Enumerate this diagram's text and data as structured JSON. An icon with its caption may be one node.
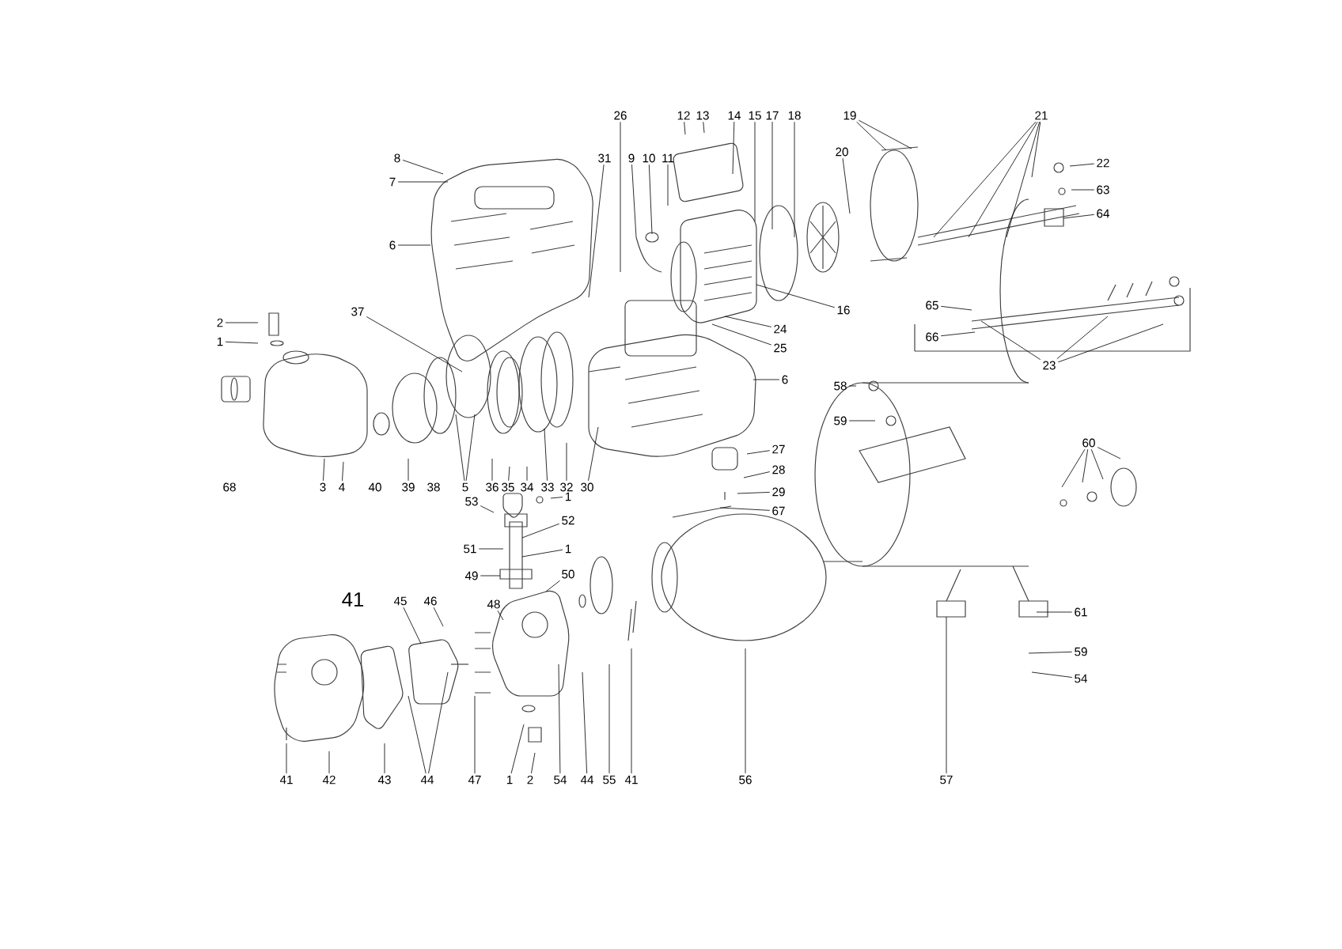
{
  "diagram": {
    "nodes": [
      {
        "text": [
          "8"
        ]
      },
      {
        "text": [
          "7"
        ]
      },
      {
        "text": [
          "6"
        ]
      },
      {
        "text": [
          "37"
        ]
      },
      {
        "text": [
          "2"
        ]
      },
      {
        "text": [
          "1"
        ]
      },
      {
        "text": [
          "31"
        ]
      },
      {
        "text": [
          "26"
        ]
      },
      {
        "text": [
          "9"
        ]
      },
      {
        "text": [
          "10"
        ]
      },
      {
        "text": [
          "11"
        ]
      },
      {
        "text": [
          "12"
        ]
      },
      {
        "text": [
          "13"
        ]
      },
      {
        "text": [
          "14"
        ]
      },
      {
        "text": [
          "15"
        ]
      },
      {
        "text": [
          "17"
        ]
      },
      {
        "text": [
          "18"
        ]
      },
      {
        "text": [
          "19"
        ]
      },
      {
        "text": [
          "20"
        ]
      },
      {
        "text": [
          "21"
        ]
      },
      {
        "text": [
          "22"
        ]
      },
      {
        "text": [
          "63"
        ]
      },
      {
        "text": [
          "64"
        ]
      },
      {
        "text": [
          "16"
        ]
      },
      {
        "text": [
          "24"
        ]
      },
      {
        "text": [
          "25"
        ]
      },
      {
        "text": [
          "65"
        ]
      },
      {
        "text": [
          "66"
        ]
      },
      {
        "text": [
          "23"
        ]
      },
      {
        "text": [
          "6"
        ]
      },
      {
        "text": [
          "68"
        ]
      },
      {
        "text": [
          "3"
        ]
      },
      {
        "text": [
          "4"
        ]
      },
      {
        "text": [
          "40"
        ]
      },
      {
        "text": [
          "39"
        ]
      },
      {
        "text": [
          "38"
        ]
      },
      {
        "text": [
          "5"
        ]
      },
      {
        "text": [
          "36"
        ]
      },
      {
        "text": [
          "35"
        ]
      },
      {
        "text": [
          "34"
        ]
      },
      {
        "text": [
          "33"
        ]
      },
      {
        "text": [
          "32"
        ]
      },
      {
        "text": [
          "30"
        ]
      },
      {
        "text": [
          "58"
        ]
      },
      {
        "text": [
          "59"
        ]
      },
      {
        "text": [
          "60"
        ]
      },
      {
        "text": [
          "27"
        ]
      },
      {
        "text": [
          "28"
        ]
      },
      {
        "text": [
          "29"
        ]
      },
      {
        "text": [
          "67"
        ]
      },
      {
        "text": [
          "53"
        ]
      },
      {
        "text": [
          "1"
        ]
      },
      {
        "text": [
          "52"
        ]
      },
      {
        "text": [
          "51"
        ]
      },
      {
        "text": [
          "1"
        ]
      },
      {
        "text": [
          "49"
        ]
      },
      {
        "text": [
          "50"
        ]
      },
      {
        "text": [
          "48"
        ]
      },
      {
        "text": [
          "41"
        ]
      },
      {
        "text": [
          "45"
        ]
      },
      {
        "text": [
          "46"
        ]
      },
      {
        "text": [
          "61"
        ]
      },
      {
        "text": [
          "59"
        ]
      },
      {
        "text": [
          "54"
        ]
      },
      {
        "text": [
          "41"
        ]
      },
      {
        "text": [
          "42"
        ]
      },
      {
        "text": [
          "43"
        ]
      },
      {
        "text": [
          "44"
        ]
      },
      {
        "text": [
          "47"
        ]
      },
      {
        "text": [
          "1"
        ]
      },
      {
        "text": [
          "2"
        ]
      },
      {
        "text": [
          "54"
        ]
      },
      {
        "text": [
          "44"
        ]
      },
      {
        "text": [
          "55"
        ]
      },
      {
        "text": [
          "41"
        ]
      },
      {
        "text": [
          "56"
        ]
      },
      {
        "text": [
          "57"
        ]
      }
    ],
    "edges": [
      {
        "from": 0,
        "to": null,
        "arrow": "none"
      },
      {
        "from": 1,
        "to": null,
        "arrow": "none"
      },
      {
        "from": 2,
        "to": null,
        "arrow": "none"
      },
      {
        "from": 3,
        "to": null,
        "arrow": "none"
      },
      {
        "from": 4,
        "to": null,
        "arrow": "none"
      },
      {
        "from": 5,
        "to": null,
        "arrow": "none"
      },
      {
        "from": 6,
        "to": null,
        "arrow": "none"
      },
      {
        "from": 7,
        "to": null,
        "arrow": "none"
      },
      {
        "from": 8,
        "to": null,
        "arrow": "none"
      },
      {
        "from": 9,
        "to": null,
        "arrow": "none"
      },
      {
        "from": 10,
        "to": null,
        "arrow": "none"
      },
      {
        "from": 11,
        "to": null,
        "arrow": "none"
      },
      {
        "from": 12,
        "to": null,
        "arrow": "none"
      },
      {
        "from": 13,
        "to": null,
        "arrow": "none"
      },
      {
        "from": 14,
        "to": null,
        "arrow": "none"
      },
      {
        "from": 15,
        "to": null,
        "arrow": "none"
      },
      {
        "from": 16,
        "to": null,
        "arrow": "none"
      },
      {
        "from": 17,
        "to": null,
        "arrow": "none"
      },
      {
        "from": 17,
        "to": null,
        "arrow": "none"
      },
      {
        "from": 18,
        "to": null,
        "arrow": "none"
      },
      {
        "from": 19,
        "to": null,
        "arrow": "none"
      },
      {
        "from": 19,
        "to": null,
        "arrow": "none"
      },
      {
        "from": 19,
        "to": null,
        "arrow": "none"
      },
      {
        "from": 19,
        "to": null,
        "arrow": "none"
      },
      {
        "from": 20,
        "to": null,
        "arrow": "none"
      },
      {
        "from": 21,
        "to": null,
        "arrow": "none"
      },
      {
        "from": 22,
        "to": null,
        "arrow": "none"
      },
      {
        "from": 23,
        "to": null,
        "arrow": "none"
      },
      {
        "from": 24,
        "to": null,
        "arrow": "none"
      },
      {
        "from": 25,
        "to": null,
        "arrow": "none"
      },
      {
        "from": 26,
        "to": null,
        "arrow": "none"
      },
      {
        "from": 27,
        "to": null,
        "arrow": "none"
      },
      {
        "from": 28,
        "to": null,
        "arrow": "none"
      },
      {
        "from": 28,
        "to": null,
        "arrow": "none"
      },
      {
        "from": 28,
        "to": null,
        "arrow": "none"
      },
      {
        "from": 29,
        "to": null,
        "arrow": "none"
      },
      {
        "from": 31,
        "to": null,
        "arrow": "none"
      },
      {
        "from": 32,
        "to": null,
        "arrow": "none"
      },
      {
        "from": 34,
        "to": null,
        "arrow": "none"
      },
      {
        "from": 36,
        "to": null,
        "arrow": "none"
      },
      {
        "from": 36,
        "to": null,
        "arrow": "none"
      },
      {
        "from": 37,
        "to": null,
        "arrow": "none"
      },
      {
        "from": 38,
        "to": null,
        "arrow": "none"
      },
      {
        "from": 39,
        "to": null,
        "arrow": "none"
      },
      {
        "from": 40,
        "to": null,
        "arrow": "none"
      },
      {
        "from": 41,
        "to": null,
        "arrow": "none"
      },
      {
        "from": 42,
        "to": null,
        "arrow": "none"
      },
      {
        "from": 43,
        "to": null,
        "arrow": "none"
      },
      {
        "from": 44,
        "to": null,
        "arrow": "none"
      },
      {
        "from": 45,
        "to": null,
        "arrow": "none"
      },
      {
        "from": 45,
        "to": null,
        "arrow": "none"
      },
      {
        "from": 45,
        "to": null,
        "arrow": "none"
      },
      {
        "from": 45,
        "to": null,
        "arrow": "none"
      },
      {
        "from": 46,
        "to": null,
        "arrow": "none"
      },
      {
        "from": 47,
        "to": null,
        "arrow": "none"
      },
      {
        "from": 48,
        "to": null,
        "arrow": "none"
      },
      {
        "from": 49,
        "to": null,
        "arrow": "none"
      },
      {
        "from": 50,
        "to": null,
        "arrow": "none"
      },
      {
        "from": 51,
        "to": null,
        "arrow": "none"
      },
      {
        "from": 52,
        "to": null,
        "arrow": "none"
      },
      {
        "from": 53,
        "to": null,
        "arrow": "none"
      },
      {
        "from": 54,
        "to": null,
        "arrow": "none"
      },
      {
        "from": 55,
        "to": null,
        "arrow": "none"
      },
      {
        "from": 56,
        "to": null,
        "arrow": "none"
      },
      {
        "from": 57,
        "to": null,
        "arrow": "none"
      },
      {
        "from": 59,
        "to": null,
        "arrow": "none"
      },
      {
        "from": 60,
        "to": null,
        "arrow": "none"
      },
      {
        "from": 61,
        "to": null,
        "arrow": "none"
      },
      {
        "from": 62,
        "to": null,
        "arrow": "none"
      },
      {
        "from": 63,
        "to": null,
        "arrow": "none"
      },
      {
        "from": 64,
        "to": null,
        "arrow": "none"
      },
      {
        "from": 65,
        "to": null,
        "arrow": "none"
      },
      {
        "from": 66,
        "to": null,
        "arrow": "none"
      },
      {
        "from": 67,
        "to": null,
        "arrow": "none"
      },
      {
        "from": 67,
        "to": null,
        "arrow": "none"
      },
      {
        "from": 68,
        "to": null,
        "arrow": "none"
      },
      {
        "from": 69,
        "to": null,
        "arrow": "none"
      },
      {
        "from": 70,
        "to": null,
        "arrow": "none"
      },
      {
        "from": 71,
        "to": null,
        "arrow": "none"
      },
      {
        "from": 72,
        "to": null,
        "arrow": "none"
      },
      {
        "from": 73,
        "to": null,
        "arrow": "none"
      },
      {
        "from": 74,
        "to": null,
        "arrow": "none"
      },
      {
        "from": 75,
        "to": null,
        "arrow": "none"
      },
      {
        "from": 76,
        "to": null,
        "arrow": "none"
      }
    ]
  }
}
